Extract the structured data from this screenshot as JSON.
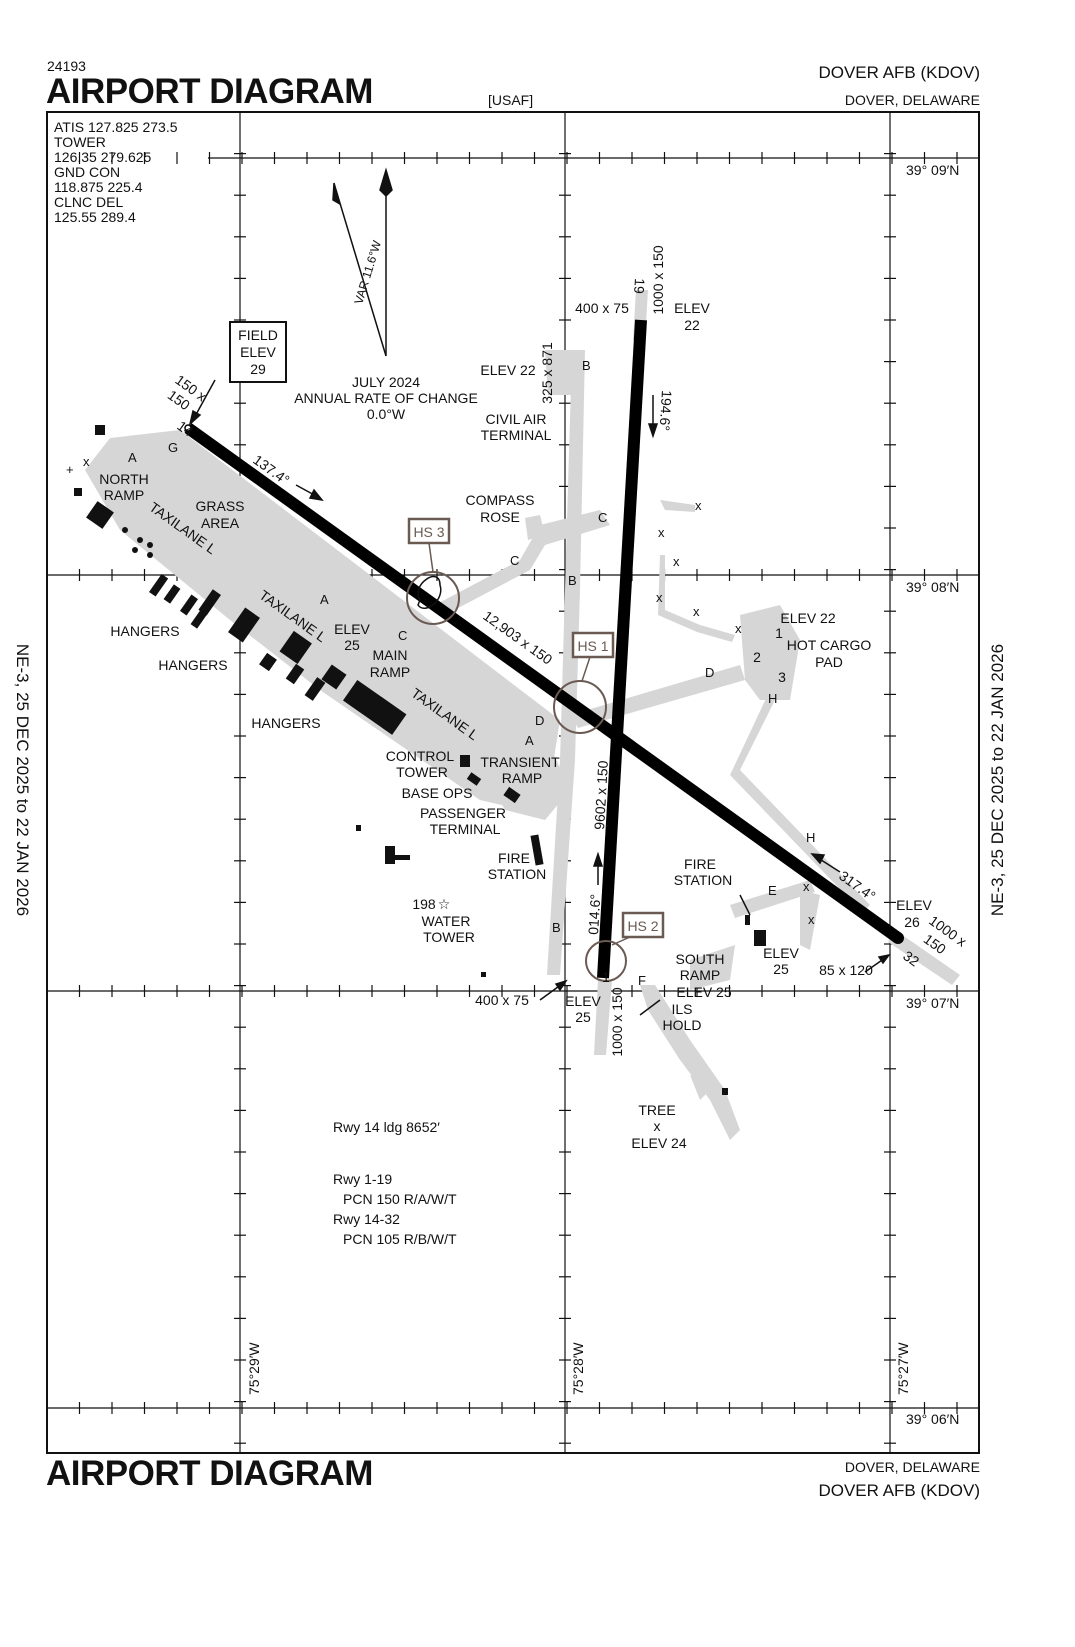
{
  "header": {
    "chart_id": "24193",
    "title": "AIRPORT DIAGRAM",
    "airport": "DOVER AFB   (KDOV)",
    "operator": "[USAF]",
    "city": "DOVER, DELAWARE"
  },
  "footer": {
    "title": "AIRPORT DIAGRAM",
    "city": "DOVER, DELAWARE",
    "airport": "DOVER AFB   (KDOV)"
  },
  "side_label": "NE-3,  25 DEC 2025  to  22 JAN 2026",
  "frequencies": [
    "ATIS  127.825  273.5",
    "TOWER",
    "126.35  279.625",
    "GND CON",
    "118.875  225.4",
    "CLNC DEL",
    "125.55  289.4"
  ],
  "coordinates": {
    "lat": [
      "39° 09′N",
      "39° 08′N",
      "39° 07′N",
      "39° 06′N"
    ],
    "lon": [
      "75°29′W",
      "75°28′W",
      "75°27′W"
    ]
  },
  "magnetic": {
    "var": "VAR 11.6°W",
    "change_lines": [
      "JULY 2024",
      "ANNUAL RATE OF CHANGE",
      "0.0°W"
    ]
  },
  "field_elev": [
    "FIELD",
    "ELEV",
    "29"
  ],
  "runways": [
    {
      "name": "14-32",
      "size": "12,903 x 150",
      "heading_14": "137.4°",
      "heading_32": "317.4°",
      "end_14": "14",
      "end_32": "32"
    },
    {
      "name": "1-19",
      "size": "9602 x 150",
      "heading_1": "014.6°",
      "heading_19": "194.6°",
      "end_1": "1",
      "end_19": "19"
    }
  ],
  "hot_spots": [
    "HS 1",
    "HS 2",
    "HS 3"
  ],
  "taxiways": [
    "A",
    "B",
    "C",
    "D",
    "E",
    "F",
    "G",
    "H"
  ],
  "labels": {
    "dim_150x150": "150 x\n150",
    "overrun_400x75_n": "400 x 75",
    "overrun_1000x150_n": "1000 x 150",
    "elev_22_n": "ELEV\n22",
    "elev_22_civil": "ELEV 22",
    "dim_325x871": "325 x 871",
    "civil_air_terminal": "CIVIL AIR\nTERMINAL",
    "compass_rose": "COMPASS\nROSE",
    "north_ramp": "NORTH\nRAMP",
    "grass_area": "GRASS\nAREA",
    "taxilane_l": "TAXILANE L",
    "hangers": "HANGERS",
    "elev_25_main": "ELEV\n25",
    "main_ramp": "MAIN\nRAMP",
    "control_tower": "CONTROL\nTOWER",
    "transient_ramp": "TRANSIENT\nRAMP",
    "base_ops": "BASE OPS",
    "passenger_terminal": "PASSENGER\nTERMINAL",
    "fire_station": "FIRE\nSTATION",
    "water_tower_elev": "198",
    "water_tower": "WATER\nTOWER",
    "elev_22_cargo": "ELEV 22",
    "hot_cargo_pad": "HOT CARGO\nPAD",
    "pad_numbers": [
      "1",
      "2",
      "3"
    ],
    "elev_26": "ELEV\n26",
    "overrun_1000x150_s": "1000 x\n150",
    "dim_85x120": "85 x 120",
    "elev_25_south": "ELEV\n25",
    "south_ramp": "SOUTH\nRAMP\nELEV 25",
    "ils_hold": "ILS\nHOLD",
    "elev_25_rwy1": "ELEV\n25",
    "overrun_400x75_s": "400 x 75",
    "overrun_1000x150_s2": "1000 x 150",
    "tree": "TREE\nx\nELEV 24"
  },
  "notes": [
    "Rwy 14 ldg 8652′",
    "Rwy 1-19",
    "  PCN 150 R/A/W/T",
    "Rwy 14-32",
    "  PCN 105 R/B/W/T"
  ]
}
